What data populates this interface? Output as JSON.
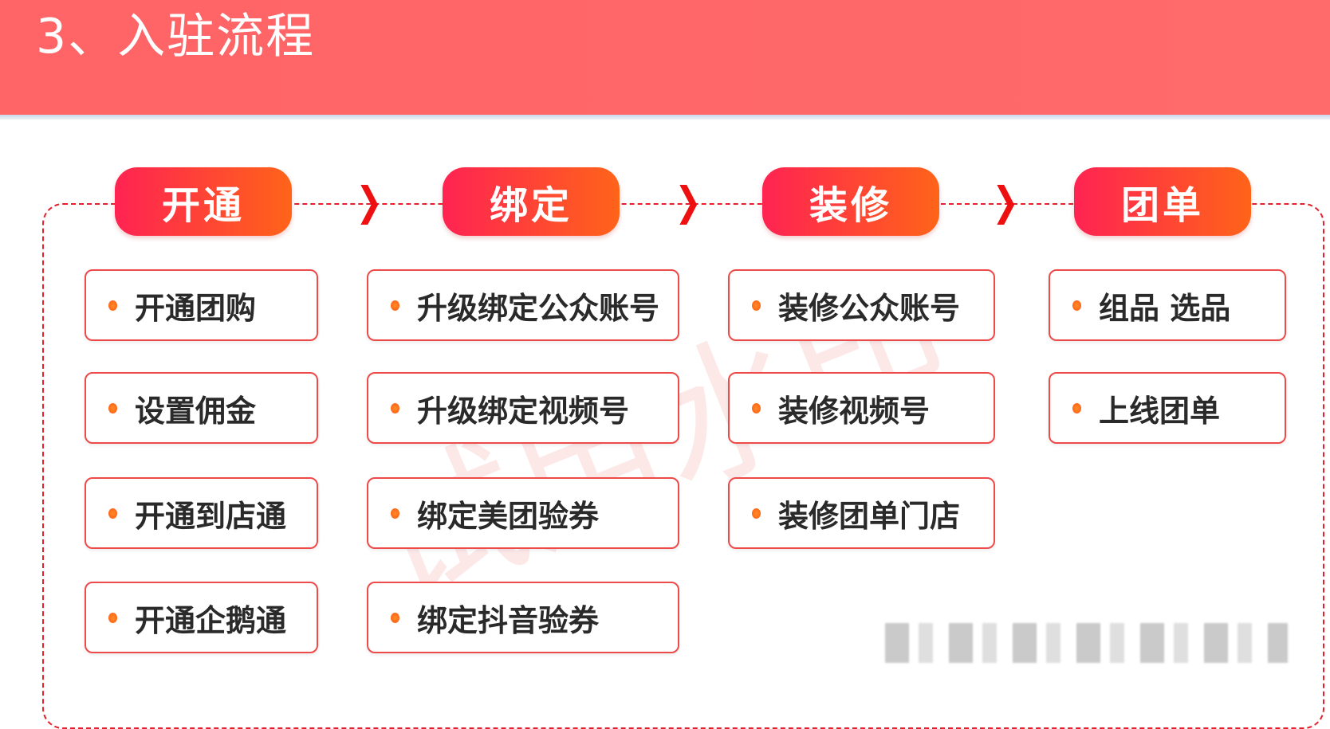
{
  "header": {
    "title": "3、入驻流程"
  },
  "watermark": "试用水印",
  "colors": {
    "header": "#ff6466",
    "accent_start": "#ff2352",
    "accent_end": "#ff6419",
    "border": "#e3202c"
  },
  "steps": [
    {
      "label": "开通",
      "items": [
        "开通团购",
        "设置佣金",
        "开通到店通",
        "开通企鹅通"
      ]
    },
    {
      "label": "绑定",
      "items": [
        "升级绑定公众账号",
        "升级绑定视频号",
        "绑定美团验券",
        "绑定抖音验券"
      ]
    },
    {
      "label": "装修",
      "items": [
        "装修公众账号",
        "装修视频号",
        "装修团单门店"
      ]
    },
    {
      "label": "团单",
      "items": [
        "组品 选品",
        "上线团单"
      ]
    }
  ]
}
